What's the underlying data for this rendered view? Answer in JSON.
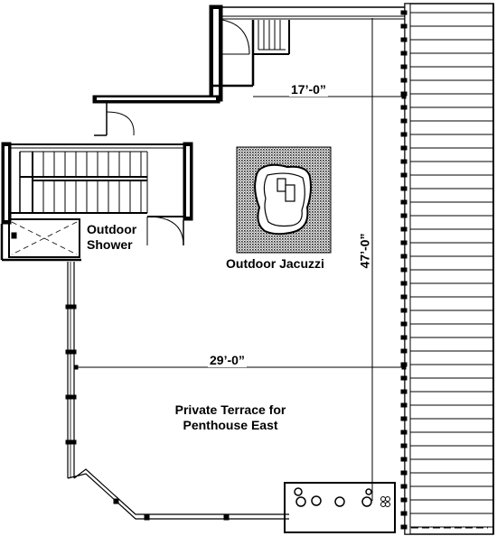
{
  "plan": {
    "dimensions": {
      "top_width": "17’-0”",
      "depth": "47’-0”",
      "mid_width": "29’-0”"
    },
    "rooms": {
      "shower_line1": "Outdoor",
      "shower_line2": "Shower",
      "jacuzzi": "Outdoor Jacuzzi",
      "terrace_line1": "Private Terrace for",
      "terrace_line2": "Penthouse East"
    }
  }
}
